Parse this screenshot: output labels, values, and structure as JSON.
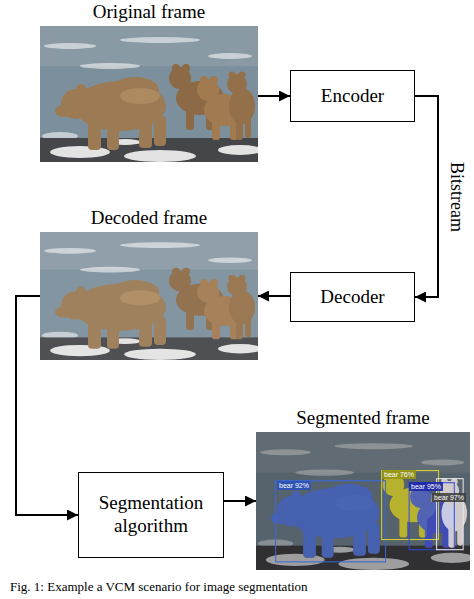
{
  "diagram": {
    "caption": "Fig. 1: Example a VCM scenario for image segmentation",
    "nodes": [
      {
        "text": [
          "Original frame"
        ]
      },
      {
        "text": [
          "Encoder"
        ]
      },
      {
        "text": [
          "Decoded frame"
        ]
      },
      {
        "text": [
          "Decoder"
        ]
      },
      {
        "text": [
          "Segmented frame"
        ]
      },
      {
        "text": [
          "Segmentation algorithm"
        ]
      }
    ],
    "edges": [
      {
        "from": 0,
        "to": 1,
        "arrow": "to"
      },
      {
        "from": 1,
        "to": 3,
        "label": "Bitstream",
        "arrow": "to"
      },
      {
        "from": 3,
        "to": 2,
        "arrow": "to"
      },
      {
        "from": 2,
        "to": 5,
        "arrow": "to"
      },
      {
        "from": 5,
        "to": 4,
        "arrow": "to"
      }
    ],
    "labels": [
      "bear 92%",
      "bear 76%",
      "bear 95%",
      "bear 97%"
    ]
  }
}
